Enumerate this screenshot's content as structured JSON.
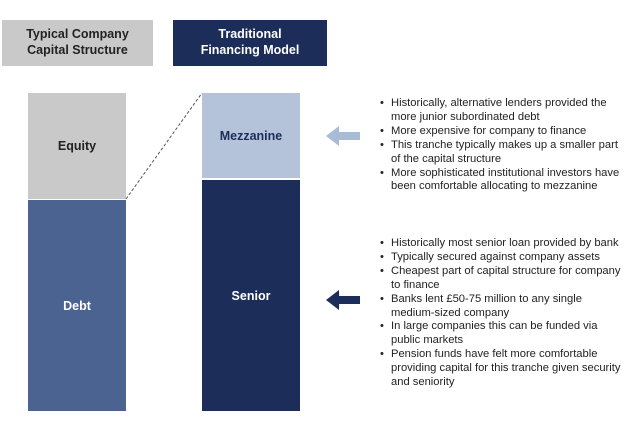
{
  "headers": {
    "left": "Typical Company\nCapital Structure",
    "right": "Traditional\nFinancing Model"
  },
  "left_column": {
    "equity_label": "Equity",
    "debt_label": "Debt"
  },
  "right_column": {
    "mezzanine_label": "Mezzanine",
    "senior_label": "Senior"
  },
  "mezzanine_bullets": [
    "Historically, alternative lenders provided the more junior subordinated debt",
    "More expensive for company to finance",
    "This tranche typically makes up a smaller part of the capital structure",
    "More sophisticated institutional investors have been comfortable allocating to mezzanine"
  ],
  "senior_bullets": [
    "Historically most senior loan provided by bank",
    "Typically secured against company assets",
    "Cheapest part of capital structure for company to finance",
    "Banks lent £50-75 million to any single medium-sized company",
    "In large companies this can be funded via public markets",
    "Pension funds have felt more comfortable providing capital for this tranche given security and seniority"
  ],
  "icons": {
    "mezzanine_arrow": "arrow-left-icon",
    "senior_arrow": "arrow-left-icon"
  },
  "colors": {
    "navy": "#1c2d5a",
    "steel_blue": "#4a6391",
    "light_blue": "#b4c3da",
    "grey": "#c9c9c9",
    "arrow_light": "#a9bcd6"
  }
}
